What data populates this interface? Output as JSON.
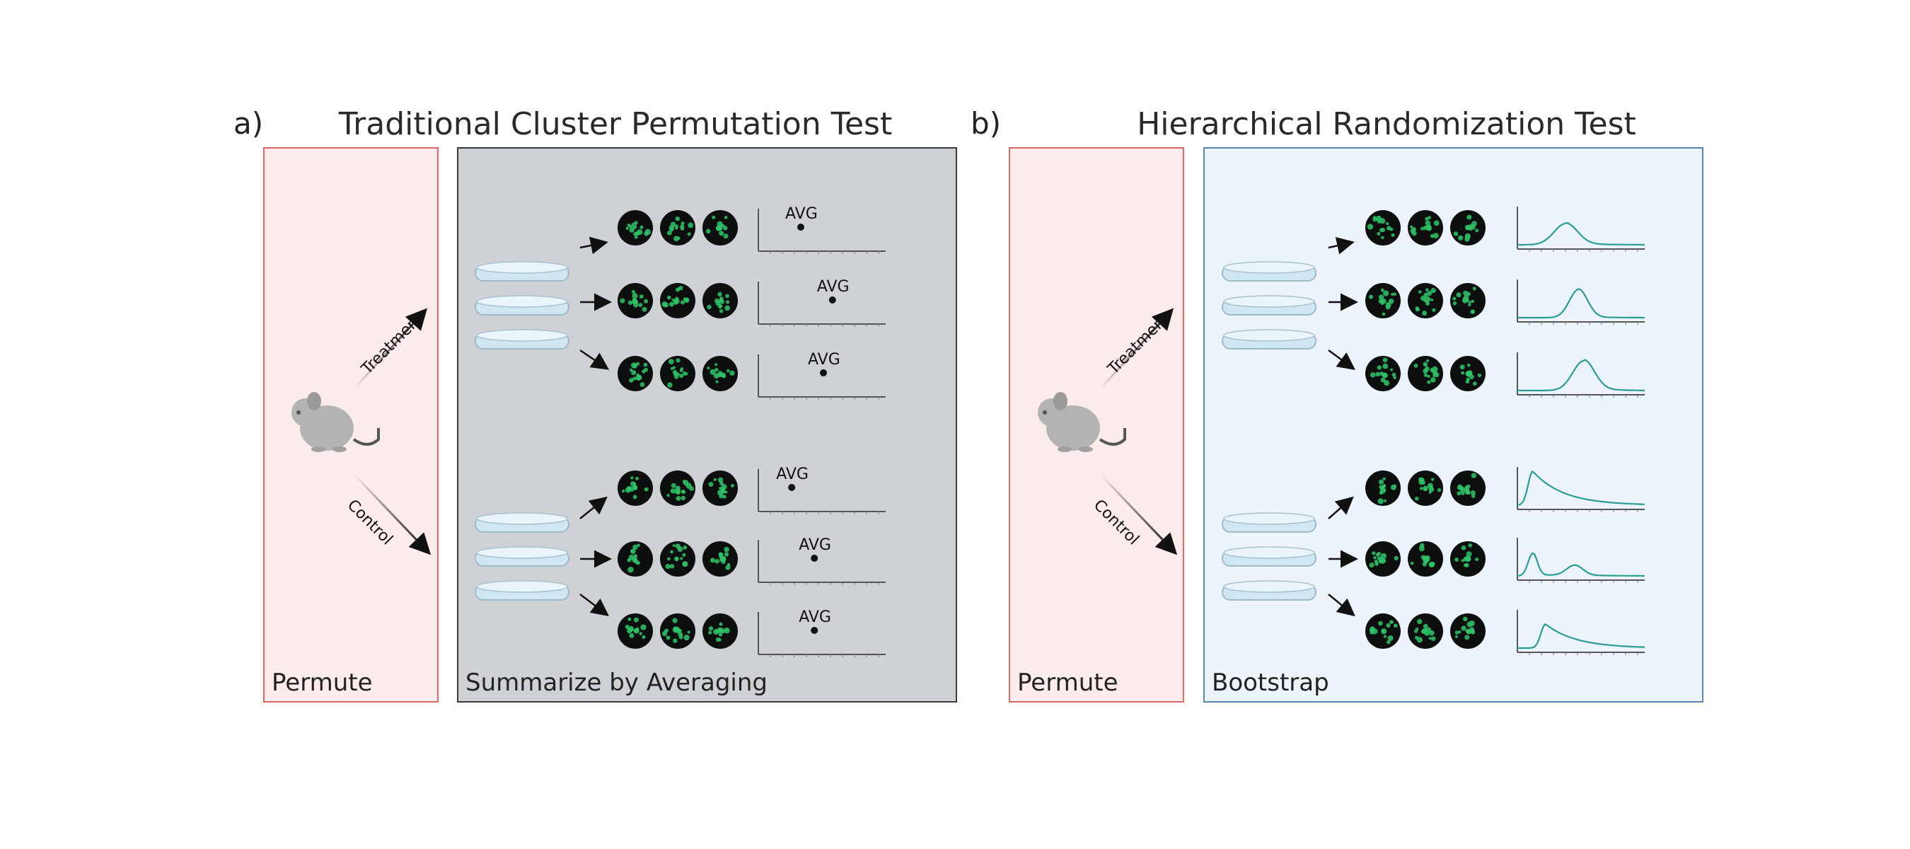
{
  "panel_a": {
    "letter": "a)",
    "title": "Traditional Cluster Permutation Test",
    "left_box_label": "Permute",
    "right_box_label": "Summarize by Averaging",
    "arrow_labels": {
      "treatment": "Treatment",
      "control": "Control"
    },
    "plot_annotation": "AVG",
    "avg_points_relative": [
      0.3,
      0.58,
      0.5,
      0.22,
      0.42,
      0.42
    ]
  },
  "panel_b": {
    "letter": "b)",
    "title": "Hierarchical Randomization Test",
    "left_box_label": "Permute",
    "right_box_label": "Bootstrap",
    "arrow_labels": {
      "treatment": "Treatment",
      "control": "Control"
    }
  },
  "colors": {
    "permute_fill": "#fcebeb",
    "permute_border": "#e06767",
    "summary_fill": "#cfd2d4",
    "bootstrap_fill": "#edf3fb",
    "bootstrap_border": "#5b83b3",
    "curve": "#2a9d94",
    "cell_green": "#2fc46a",
    "dish_blue": "#cfe6f3"
  },
  "icons": [
    "mouse-icon",
    "petri-dish-icon",
    "cell-image-icon",
    "arrow-icon",
    "axis-plot-icon"
  ]
}
